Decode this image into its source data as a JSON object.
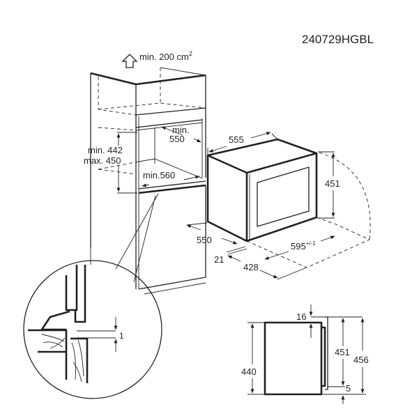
{
  "document": {
    "code": "240729HGBL"
  },
  "cabinet": {
    "ventilation_label": "min. 200 cm",
    "ventilation_sup": "2",
    "depth_label_line1": "min.",
    "depth_label_line2": "550",
    "height_label_line1": "min. 442",
    "height_label_line2": "max. 450",
    "width_label": "min.560"
  },
  "appliance": {
    "width_top": "555",
    "height": "451",
    "depth_side": "550",
    "front_width": "595",
    "front_width_tolerance": "+/-1",
    "door_depth": "21",
    "bottom_depth": "428"
  },
  "detail_circle": {
    "gap": "1"
  },
  "side_view": {
    "top_offset": "16",
    "body_height": "440",
    "front_height": "451",
    "total_height": "456",
    "bottom_offset": "5"
  },
  "colors": {
    "ink": "#231f20",
    "background": "#ffffff"
  }
}
